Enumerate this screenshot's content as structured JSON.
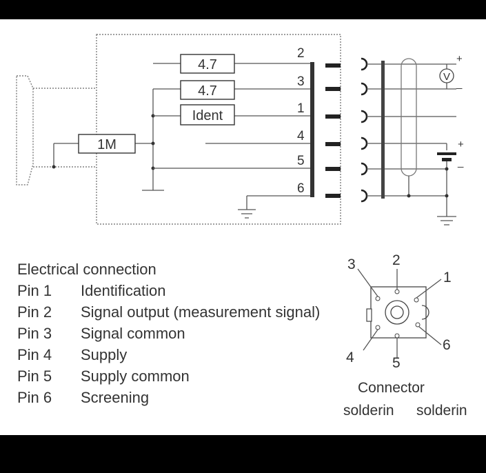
{
  "circuit": {
    "resistors": [
      "4.7",
      "4.7",
      "Ident",
      "1M"
    ],
    "pins": [
      "2",
      "3",
      "1",
      "4",
      "5",
      "6"
    ],
    "meter_symbol": "V",
    "plus": "+",
    "minus": "_"
  },
  "legend": {
    "title": "Electrical connection",
    "rows": [
      {
        "pin": "Pin 1",
        "desc": "Identification"
      },
      {
        "pin": "Pin 2",
        "desc": "Signal output (measurement signal)"
      },
      {
        "pin": "Pin 3",
        "desc": "Signal common"
      },
      {
        "pin": "Pin 4",
        "desc": "Supply"
      },
      {
        "pin": "Pin 5",
        "desc": "Supply common"
      },
      {
        "pin": "Pin 6",
        "desc": "Screening"
      }
    ]
  },
  "connector": {
    "pin_labels": [
      "3",
      "2",
      "1",
      "4",
      "5",
      "6"
    ],
    "caption_line1": "Connector",
    "caption_line2a": "solderin",
    "caption_line2b": "solderin"
  }
}
